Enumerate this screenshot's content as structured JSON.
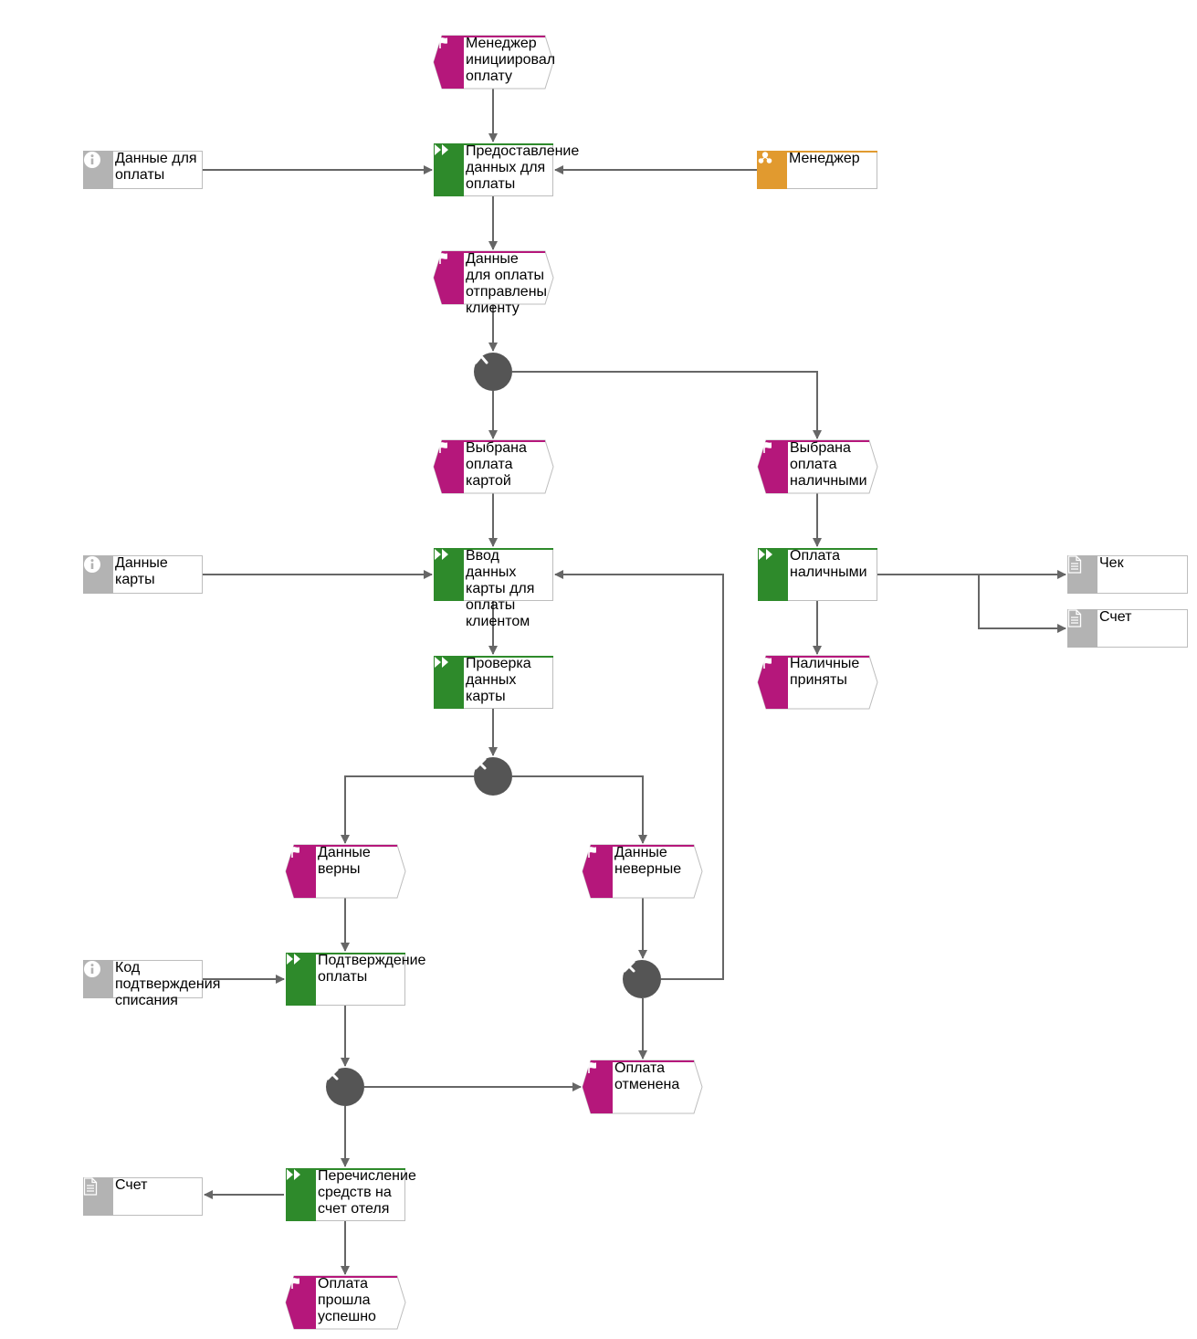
{
  "colors": {
    "event": "#b5177b",
    "function": "#2e8a2b",
    "role": "#e19a2f",
    "info": "#b3b3b3",
    "gateway": "#555555",
    "edge": "#666666"
  },
  "nodes": {
    "e_initiated": {
      "type": "event",
      "label": "Менеджер\nинициировал\nоплату"
    },
    "f_provide": {
      "type": "function",
      "label": "Предоставление\nданных для оплаты"
    },
    "i_paydata": {
      "type": "info",
      "icon": "info-icon",
      "label": "Данные для\nоплаты"
    },
    "r_manager": {
      "type": "role",
      "icon": "user-group-icon",
      "label": "Менеджер"
    },
    "e_sent": {
      "type": "event",
      "label": "Данные для\nоплаты\nотправлены\nклиенту"
    },
    "g_and": {
      "type": "gateway",
      "gate": "and"
    },
    "e_card": {
      "type": "event",
      "label": "Выбрана оплата\nкартой"
    },
    "e_cash": {
      "type": "event",
      "label": "Выбрана оплата\nналичными"
    },
    "i_carddata": {
      "type": "info",
      "icon": "info-icon",
      "label": "Данные карты"
    },
    "f_entercard": {
      "type": "function",
      "label": "Ввод данных карты\nдля оплаты\nклиентом"
    },
    "f_cashpay": {
      "type": "function",
      "label": "Оплата наличными"
    },
    "d_check": {
      "type": "doc",
      "icon": "document-icon",
      "label": "Чек"
    },
    "d_invoice1": {
      "type": "doc",
      "icon": "document-icon",
      "label": "Счет"
    },
    "e_cashok": {
      "type": "event",
      "label": "Наличные\nприняты"
    },
    "f_verify": {
      "type": "function",
      "label": "Проверка данных\nкарты"
    },
    "g_xor1": {
      "type": "gateway",
      "gate": "xor"
    },
    "e_valid": {
      "type": "event",
      "label": "Данные верны"
    },
    "e_invalid": {
      "type": "event",
      "label": "Данные неверные"
    },
    "i_code": {
      "type": "info",
      "icon": "info-icon",
      "label": "Код\nподтверждения\nсписания"
    },
    "f_confirm": {
      "type": "function",
      "label": "Подтверждение\nоплаты"
    },
    "g_xor2": {
      "type": "gateway",
      "gate": "xor"
    },
    "g_xor3": {
      "type": "gateway",
      "gate": "xor"
    },
    "e_cancel": {
      "type": "event",
      "label": "Оплата отменена"
    },
    "f_transfer": {
      "type": "function",
      "label": "Перечисление\nсредств на счет\nотеля"
    },
    "d_invoice2": {
      "type": "doc",
      "icon": "document-icon",
      "label": "Счет"
    },
    "e_success": {
      "type": "event",
      "label": "Оплата прошла\nуспешно"
    }
  },
  "edges": [
    [
      "e_initiated",
      "f_provide"
    ],
    [
      "i_paydata",
      "f_provide"
    ],
    [
      "r_manager",
      "f_provide"
    ],
    [
      "f_provide",
      "e_sent"
    ],
    [
      "e_sent",
      "g_and"
    ],
    [
      "g_and",
      "e_card"
    ],
    [
      "g_and",
      "e_cash"
    ],
    [
      "e_card",
      "f_entercard"
    ],
    [
      "i_carddata",
      "f_entercard"
    ],
    [
      "e_cash",
      "f_cashpay"
    ],
    [
      "f_cashpay",
      "d_check"
    ],
    [
      "f_cashpay",
      "d_invoice1"
    ],
    [
      "f_cashpay",
      "e_cashok"
    ],
    [
      "f_entercard",
      "f_verify"
    ],
    [
      "f_verify",
      "g_xor1"
    ],
    [
      "g_xor1",
      "e_valid"
    ],
    [
      "g_xor1",
      "e_invalid"
    ],
    [
      "e_valid",
      "f_confirm"
    ],
    [
      "i_code",
      "f_confirm"
    ],
    [
      "e_invalid",
      "g_xor3"
    ],
    [
      "g_xor3",
      "f_entercard"
    ],
    [
      "g_xor3",
      "e_cancel"
    ],
    [
      "f_confirm",
      "g_xor2"
    ],
    [
      "g_xor2",
      "e_cancel"
    ],
    [
      "g_xor2",
      "f_transfer"
    ],
    [
      "f_transfer",
      "d_invoice2"
    ],
    [
      "f_transfer",
      "e_success"
    ]
  ]
}
